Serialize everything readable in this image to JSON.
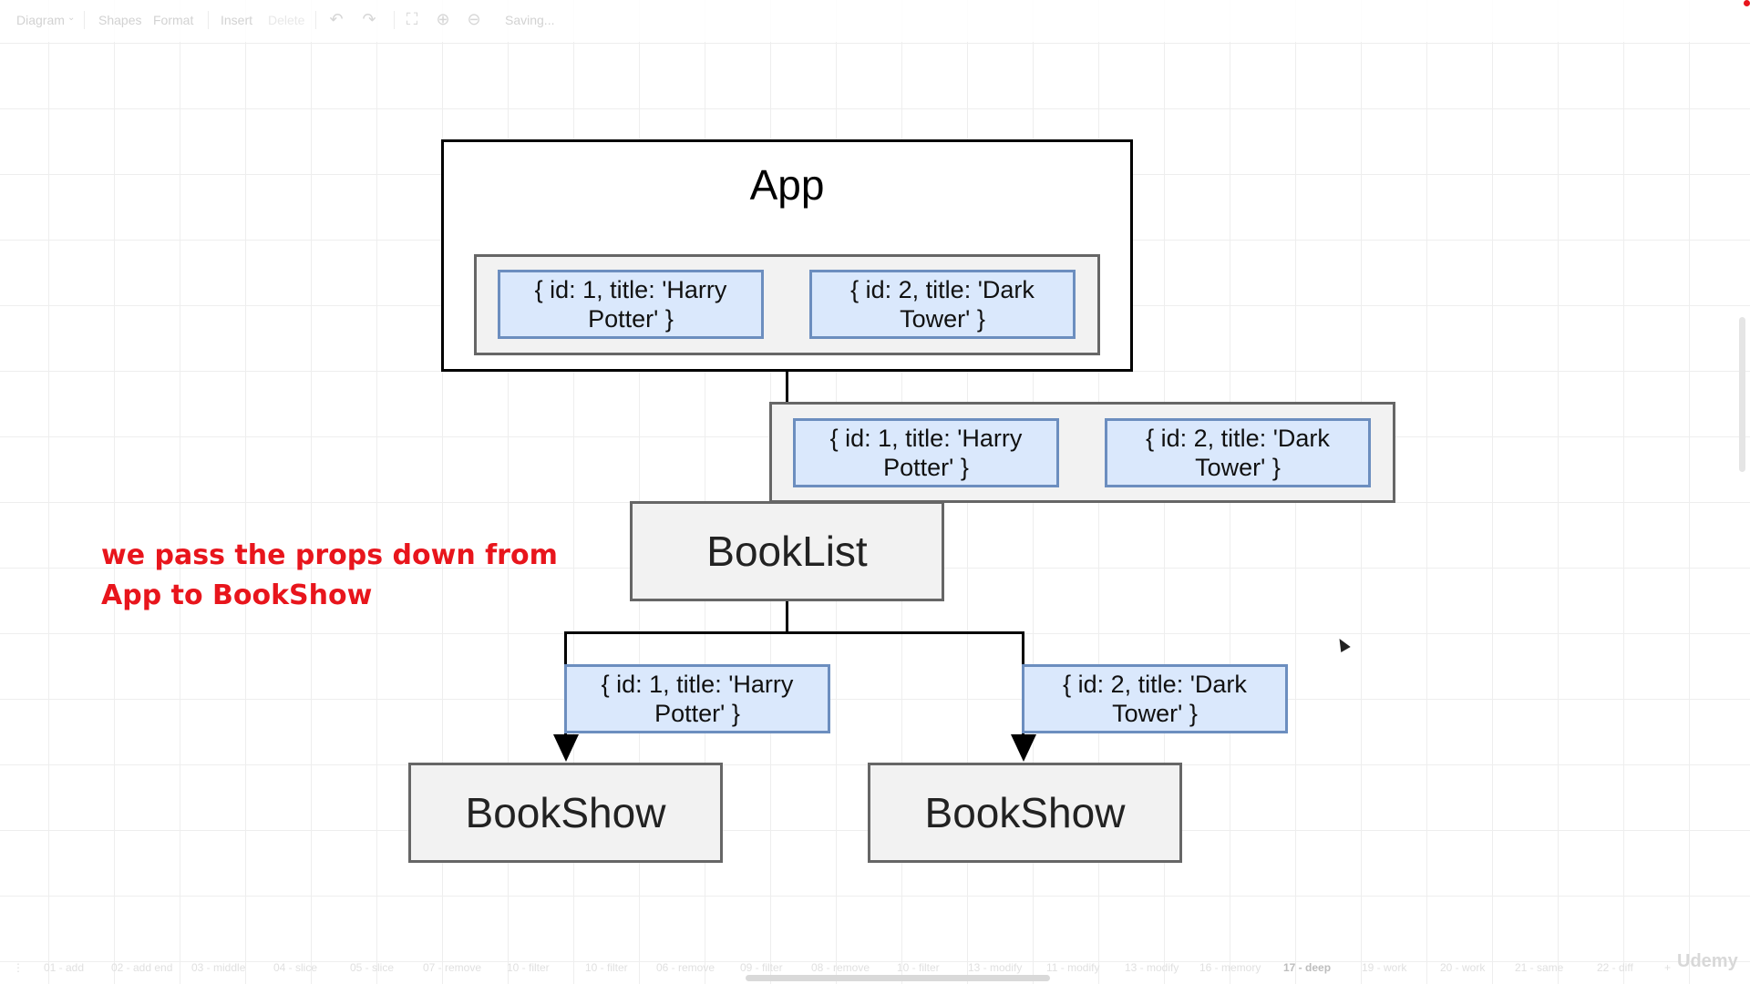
{
  "toolbar": {
    "diagram_menu": "Diagram",
    "shapes": "Shapes",
    "format": "Format",
    "insert": "Insert",
    "delete": "Delete",
    "status": "Saving..."
  },
  "diagram": {
    "app": {
      "label": "App",
      "props": [
        "{ id: 1, title: 'Harry Potter' }",
        "{ id: 2, title: 'Dark Tower' }"
      ]
    },
    "booklist": {
      "label": "BookList",
      "props": [
        "{ id: 1, title: 'Harry Potter' }",
        "{ id: 2, title: 'Dark Tower' }"
      ]
    },
    "bookshow_left": {
      "label": "BookShow",
      "prop": "{ id: 1, title: 'Harry Potter' }"
    },
    "bookshow_right": {
      "label": "BookShow",
      "prop": "{ id: 2, title: 'Dark Tower' }"
    }
  },
  "annotation": {
    "line1": "we pass the props down from",
    "line2": "App to BookShow",
    "color": "#e8151c"
  },
  "tabs": [
    "01 - add",
    "02 - add end",
    "03 - middle",
    "04 - slice",
    "05 - slice",
    "07 - remove",
    "10 - filter",
    "10 - filter",
    "06 - remove",
    "09 - filter",
    "08 - remove",
    "10 - filter",
    "13 - modify",
    "11 - modify",
    "13 - modify",
    "16 - memory",
    "17 - deep",
    "19 - work",
    "20 - work",
    "21 - same",
    "22 - diff"
  ],
  "active_tab": "17 - deep",
  "watermark": "Udemy"
}
